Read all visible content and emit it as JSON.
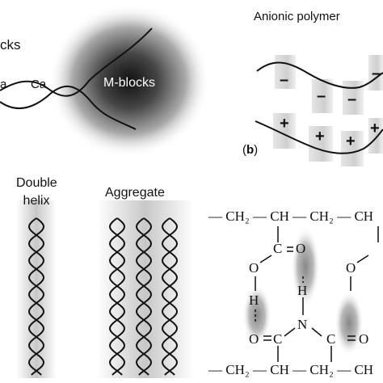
{
  "panel_a": {
    "label_blocks": "cks",
    "label_a": "a",
    "label_ca": "Ca",
    "label_mblocks": "M-blocks"
  },
  "panel_b": {
    "title": "Anionic polymer",
    "minus_signs": [
      "–",
      "–",
      "–",
      "–"
    ],
    "plus_signs": [
      "+",
      "+",
      "+",
      "+",
      "+"
    ],
    "panel_label_open": "(",
    "panel_label_letter": "b",
    "panel_label_close": ")"
  },
  "panel_c": {
    "label_double_1": "Double",
    "label_double_2": "helix",
    "label_aggregate": "Aggregate"
  },
  "panel_d": {
    "top_chain": "— CH₂ — CH — CH₂ — CH",
    "bottom_chain": "— CH₂ — CH — CH₂ — CH",
    "c_left_top": "C",
    "o_left_top": "O",
    "o_left_side": "O",
    "h_left": "H",
    "o_right_side": "O",
    "h_center": "H",
    "n_center": "N",
    "o_bottom_left": "O",
    "c_bottom_left": "C",
    "c_bottom_right": "C",
    "o_bottom_right": "O"
  }
}
